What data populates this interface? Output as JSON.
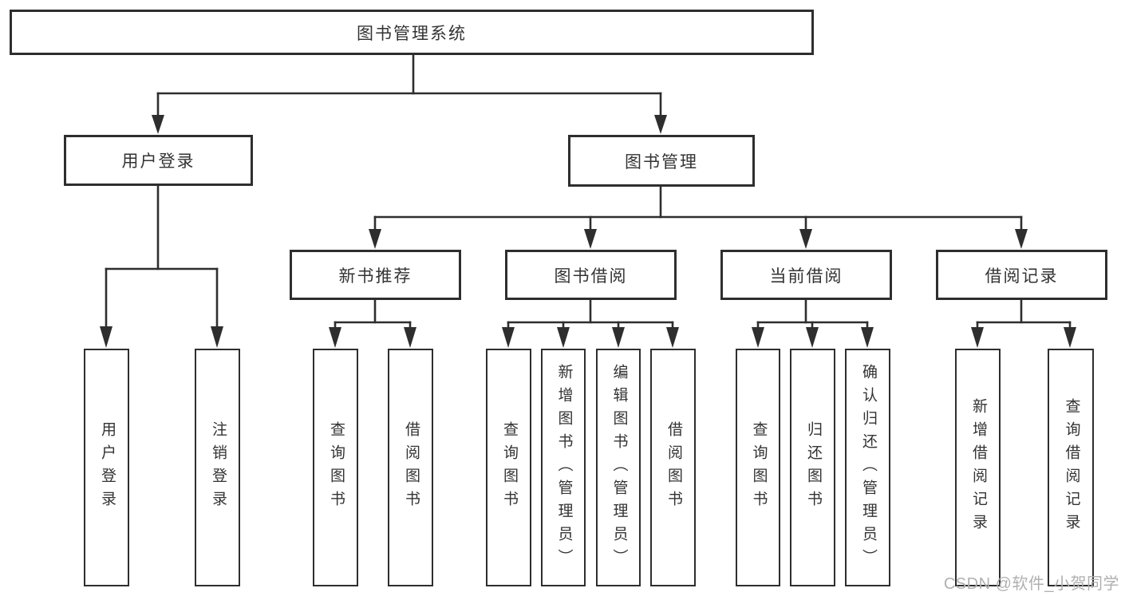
{
  "colors": {
    "line": "#2e2e2e",
    "text": "#333333",
    "wm": "#b0b0b0",
    "bg": "#ffffff"
  },
  "watermark": {
    "text": "CSDN @软件_小贺同学"
  },
  "tree": {
    "root": "图书管理系统",
    "branches": [
      {
        "label": "用户登录",
        "children": [
          "用户登录",
          "注销登录"
        ]
      },
      {
        "label": "图书管理",
        "children": [
          {
            "label": "新书推荐",
            "children": [
              "查询图书",
              "借阅图书"
            ]
          },
          {
            "label": "图书借阅",
            "children": [
              "查询图书",
              "新增图书（管理员）",
              "编辑图书（管理员）",
              "借阅图书"
            ]
          },
          {
            "label": "当前借阅",
            "children": [
              "查询图书",
              "归还图书",
              "确认归还（管理员）"
            ]
          },
          {
            "label": "借阅记录",
            "children": [
              "新增借阅记录",
              "查询借阅记录"
            ]
          }
        ]
      }
    ]
  }
}
